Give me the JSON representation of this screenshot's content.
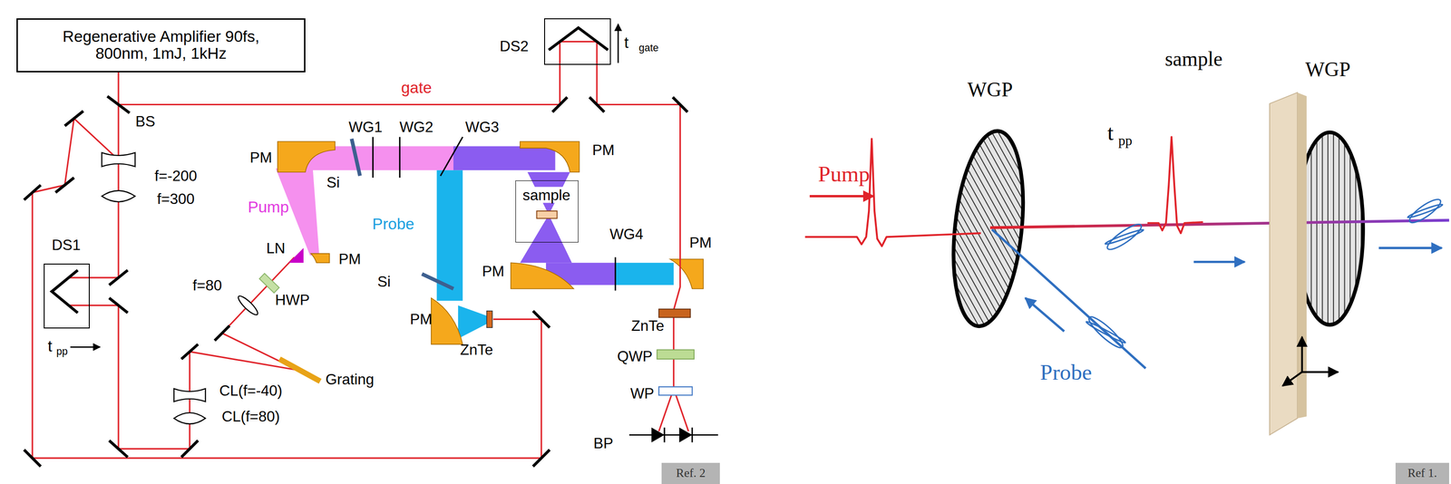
{
  "diagram": {
    "nodes": [
      {
        "text": [
          "Regenerative Amplifier 90fs, 800nm, 1mJ, 1kHz"
        ]
      },
      {
        "text": [
          "DS2"
        ]
      },
      {
        "text": [
          "sample"
        ]
      },
      {
        "text": [
          "DS1"
        ]
      },
      {
        "text": [
          "Ref. 2"
        ]
      },
      {
        "text": [
          "Ref 1."
        ]
      }
    ],
    "labels": [
      "gate",
      "BS",
      "f=-200",
      "f=300",
      "PM",
      "Si",
      "WG1",
      "WG2",
      "WG3",
      "PM",
      "Pump",
      "Probe",
      "LN",
      "PM",
      "WG4",
      "PM",
      "Si",
      "PM",
      "f=80",
      "HWP",
      "PM",
      "ZnTe",
      "ZnTe",
      "QWP",
      "WP",
      "BP",
      "Grating",
      "CL(f=-40)",
      "CL(f=80)",
      "t",
      "pp",
      "t",
      "gate",
      "WGP",
      "sample",
      "WGP",
      "t",
      "pp",
      "Pump",
      "Probe"
    ]
  }
}
